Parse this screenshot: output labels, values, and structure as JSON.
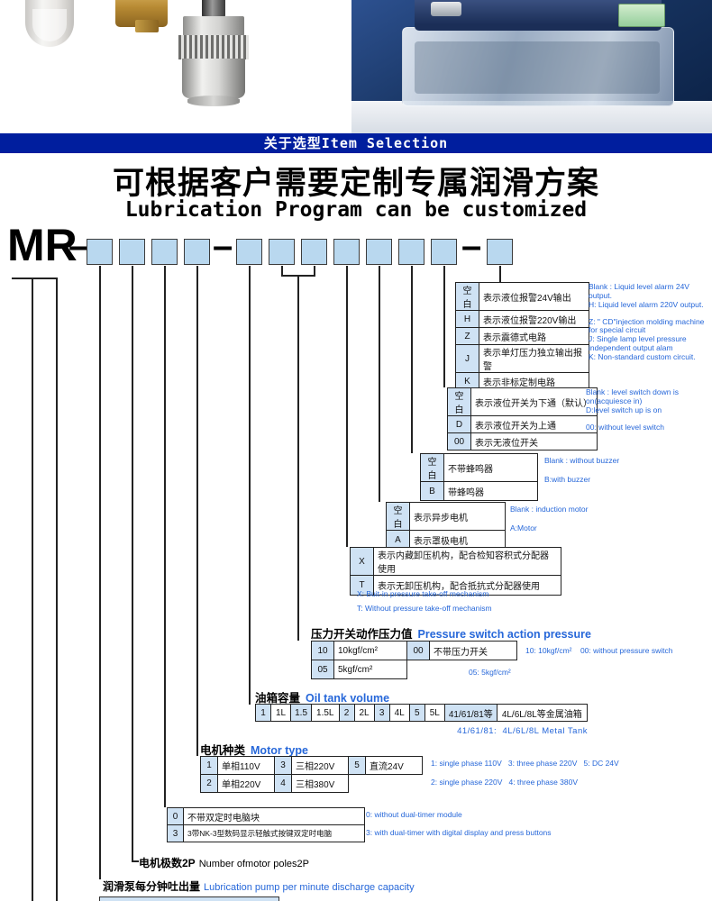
{
  "colors": {
    "accent_blue": "#2667d9",
    "banner_blue": "#001e9e",
    "code_box_fill": "#b9d8ef",
    "table_code_fill": "#cfe2f4"
  },
  "banner": {
    "title": "关于选型Item Selection"
  },
  "heading": {
    "title": "可根据客户需要定制专属润滑方案",
    "subtitle": "Lubrication Program can be customized"
  },
  "model_code": {
    "prefix": "MR",
    "dash": "–"
  },
  "alarm": {
    "rows": [
      [
        {
          "t": "空白",
          "c": true
        },
        {
          "t": "表示液位报警24V输出"
        }
      ],
      [
        {
          "t": "H",
          "c": true
        },
        {
          "t": "表示液位报警220V输出"
        }
      ],
      [
        {
          "t": "Z",
          "c": true
        },
        {
          "t": "表示震德式电路"
        }
      ],
      [
        {
          "t": "J",
          "c": true
        },
        {
          "t": "表示单灯压力独立输出报警"
        }
      ],
      [
        {
          "t": "K",
          "c": true
        },
        {
          "t": "表示非标定制电路"
        }
      ]
    ],
    "notes": [
      "Blank : Liquid level alarm 24V output.",
      "H: Liquid level alarm 220V output.",
      "Z: \" CD\"injection molding machine for special circuit",
      "J: Single lamp level pressure independent output alam",
      "K: Non-standard custom circuit."
    ]
  },
  "level_switch": {
    "rows": [
      [
        {
          "t": "空白",
          "c": true
        },
        {
          "t": "表示液位开关为下通（默认）"
        }
      ],
      [
        {
          "t": "D",
          "c": true
        },
        {
          "t": "表示液位开关为上通"
        }
      ],
      [
        {
          "t": "00",
          "c": true
        },
        {
          "t": "表示无液位开关"
        }
      ]
    ],
    "notes": [
      "Blank : level switch down is on(acquiesce in)",
      "D:level switch up is on",
      "00: without level switch"
    ]
  },
  "buzzer": {
    "rows": [
      [
        {
          "t": "空白",
          "c": true
        },
        {
          "t": "不带蜂鸣器"
        }
      ],
      [
        {
          "t": "B",
          "c": true
        },
        {
          "t": "带蜂鸣器"
        }
      ]
    ],
    "notes": [
      "Blank : without buzzer",
      "B:with buzzer"
    ]
  },
  "motor_style": {
    "rows": [
      [
        {
          "t": "空白",
          "c": true
        },
        {
          "t": "表示异步电机"
        }
      ],
      [
        {
          "t": "A",
          "c": true
        },
        {
          "t": "表示罩极电机"
        }
      ]
    ],
    "notes": [
      "Blank : induction motor",
      "A:Motor"
    ]
  },
  "pressure_mech": {
    "rows": [
      [
        {
          "t": "X",
          "c": true
        },
        {
          "t": "表示内藏卸压机构，配合检知容积式分配器使用"
        }
      ],
      [
        {
          "t": "T",
          "c": true
        },
        {
          "t": "表示无卸压机构，配合抵抗式分配器使用"
        }
      ]
    ],
    "notes": [
      "X: Buit-in pressure take-off mechanism",
      "T: Without pressure take-off mechanism"
    ]
  },
  "pressure_value": {
    "title_zh": "压力开关动作压力值",
    "title_en": "Pressure switch action pressure",
    "rows": [
      [
        {
          "t": "10",
          "c": true
        },
        {
          "t": "10kgf/cm²"
        },
        {
          "t": "00",
          "c": true
        },
        {
          "t": "不带压力开关"
        }
      ],
      [
        {
          "t": "05",
          "c": true
        },
        {
          "t": "5kgf/cm²"
        }
      ]
    ],
    "notes": [
      "10: 10kgf/cm²    00: without pressure switch",
      "05: 5kgf/cm²"
    ]
  },
  "oil_tank": {
    "title_zh": "油箱容量",
    "title_en": "Oil tank volume",
    "rows": [
      [
        {
          "t": "1",
          "c": true
        },
        {
          "t": "1L"
        },
        {
          "t": "1.5",
          "c": true
        },
        {
          "t": "1.5L"
        },
        {
          "t": "2",
          "c": true
        },
        {
          "t": "2L"
        },
        {
          "t": "3",
          "c": true
        },
        {
          "t": "4L"
        },
        {
          "t": "5",
          "c": true
        },
        {
          "t": "5L"
        },
        {
          "t": "41/61/81等",
          "c": true
        },
        {
          "t": "4L/6L/8L等金属油箱"
        }
      ]
    ],
    "note": "41/61/81:  4L/6L/8L Metal Tank"
  },
  "motor_type": {
    "title_zh": "电机种类",
    "title_en": "Motor type",
    "rows": [
      [
        {
          "t": "1",
          "c": true
        },
        {
          "t": "单相110V"
        },
        {
          "t": "3",
          "c": true
        },
        {
          "t": "三相220V"
        },
        {
          "t": "5",
          "c": true
        },
        {
          "t": "直流24V"
        }
      ],
      [
        {
          "t": "2",
          "c": true
        },
        {
          "t": "单相220V"
        },
        {
          "t": "4",
          "c": true
        },
        {
          "t": "三相380V"
        }
      ]
    ],
    "notes": [
      "1: single phase 110V   3: three phase 220V   5: DC 24V",
      "2: single phase 220V   4: three phase 380V"
    ]
  },
  "timer": {
    "rows": [
      [
        {
          "t": "0",
          "c": true
        },
        {
          "t": "不带双定时电脑块"
        }
      ],
      [
        {
          "t": "3",
          "c": true
        },
        {
          "t": "3带NK-3型数码显示轻触式按键双定时电脑"
        }
      ]
    ],
    "notes": [
      "0: without dual-timer module",
      "3: with dual-timer with digital display and press buttons"
    ]
  },
  "poles": {
    "zh": "电机极数2P",
    "en": "Number ofmotor poles2P"
  },
  "discharge": {
    "zh": "润滑泵每分钟吐出量",
    "en": "Lubrication pump per minute discharge capacity"
  }
}
